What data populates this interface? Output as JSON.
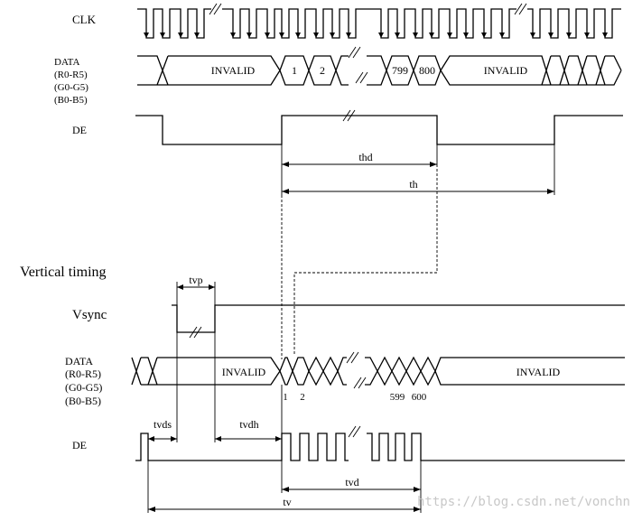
{
  "horizontal": {
    "clk_label": "CLK",
    "data_label": [
      "DATA",
      "(R0-R5)",
      "(G0-G5)",
      "(B0-B5)"
    ],
    "de_label": "DE",
    "invalid_left": "INVALID",
    "invalid_right": "INVALID",
    "cells": [
      "1",
      "2",
      "799",
      "800"
    ],
    "thd": "thd",
    "th": "th"
  },
  "vertical": {
    "title": "Vertical timing",
    "vsync_label": "Vsync",
    "tvp": "tvp",
    "data_label": [
      "DATA",
      "(R0-R5)",
      "(G0-G5)",
      "(B0-B5)"
    ],
    "invalid_left": "INVALID",
    "invalid_right": "INVALID",
    "line_labels": [
      "1",
      "2",
      "599",
      "600"
    ],
    "de_label": "DE",
    "tvds": "tvds",
    "tvdh": "tvdh",
    "tvd": "tvd",
    "tv": "tv"
  },
  "watermark": "https://blog.csdn.net/vonchn"
}
